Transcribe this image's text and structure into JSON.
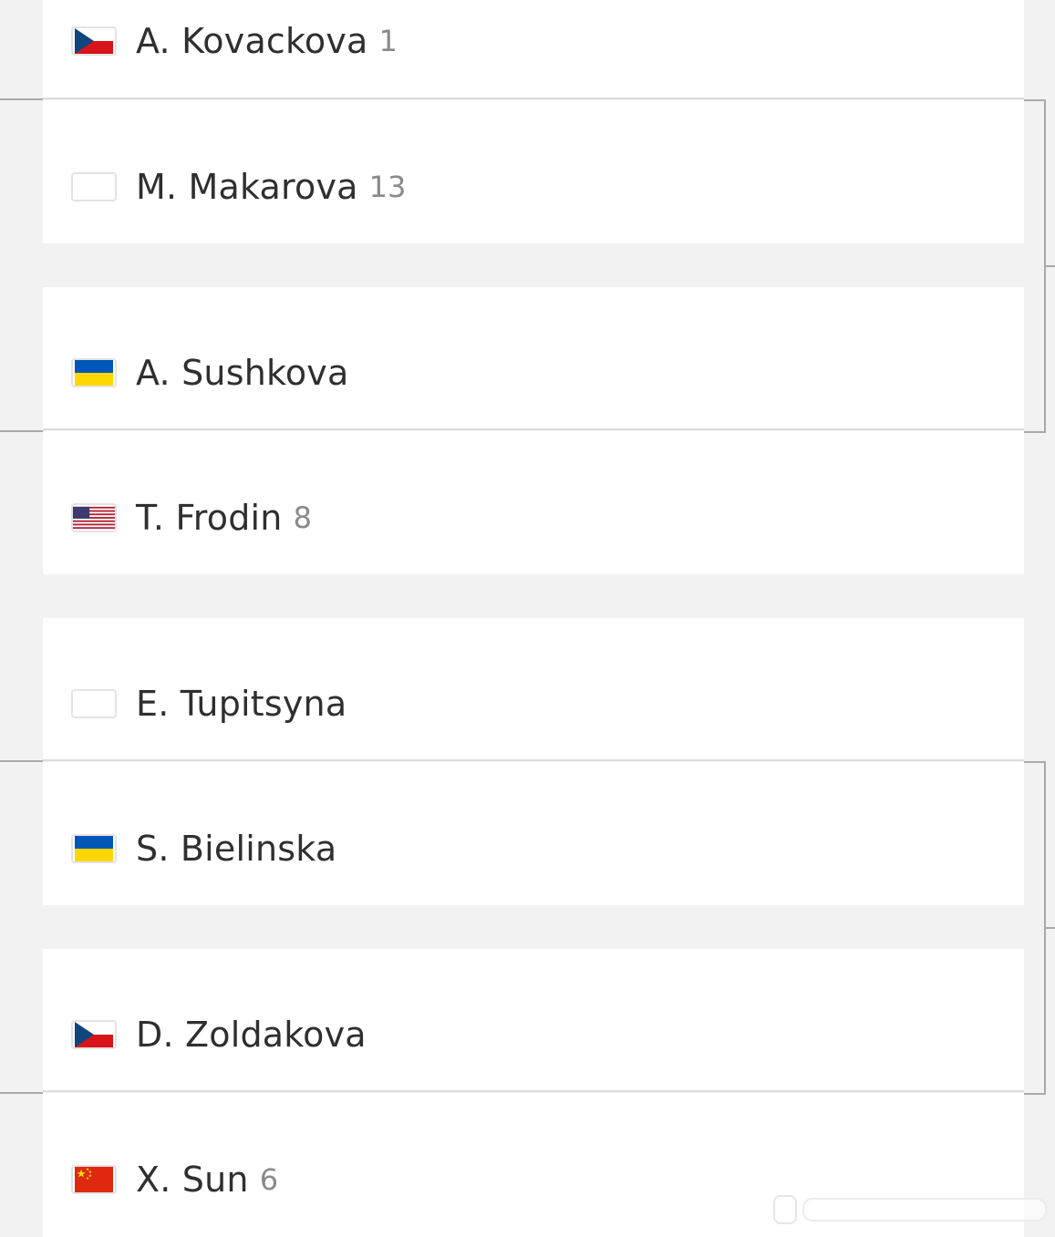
{
  "players": [
    {
      "name": "A. Kovackova",
      "seed": "1",
      "flag": "czech-flag-icon"
    },
    {
      "name": "M. Makarova",
      "seed": "13",
      "flag": "blank-flag-icon"
    },
    {
      "name": "A. Sushkova",
      "seed": "",
      "flag": "ukraine-flag-icon"
    },
    {
      "name": "T. Frodin",
      "seed": "8",
      "flag": "usa-flag-icon"
    },
    {
      "name": "E. Tupitsyna",
      "seed": "",
      "flag": "blank-flag-icon"
    },
    {
      "name": "S. Bielinska",
      "seed": "",
      "flag": "ukraine-flag-icon"
    },
    {
      "name": "D. Zoldakova",
      "seed": "",
      "flag": "czech-flag-icon"
    },
    {
      "name": "X. Sun",
      "seed": "6",
      "flag": "china-flag-icon"
    }
  ],
  "colors": {
    "background": "#f2f2f2",
    "card": "#ffffff",
    "connector": "#a9a9a9",
    "name_text": "#2f2f2f",
    "seed_text": "#8a8a8a"
  }
}
